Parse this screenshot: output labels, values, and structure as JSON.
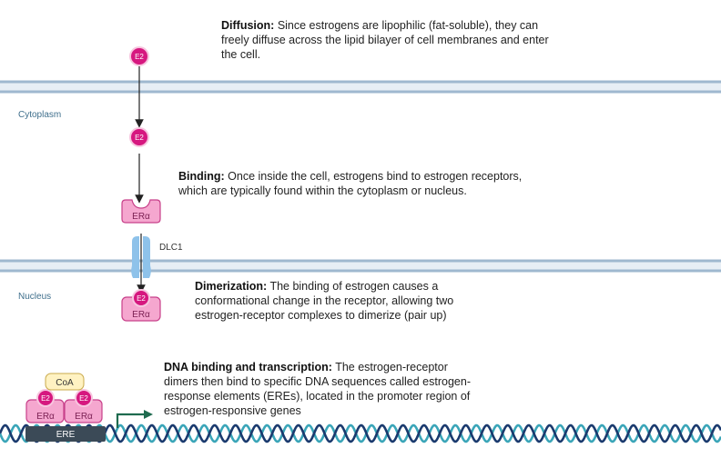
{
  "regions": {
    "cytoplasm": "Cytoplasm",
    "nucleus": "Nucleus"
  },
  "molecules": {
    "estrogen": "E2",
    "receptor": "ERα",
    "coactivator": "CoA",
    "dlc1": "DLC1",
    "ere": "ERE"
  },
  "steps": {
    "diffusion": {
      "title": "Diffusion:",
      "text": "Since estrogens are lipophilic (fat-soluble), they can freely diffuse across the lipid bilayer of cell membranes and enter the cell."
    },
    "binding": {
      "title": "Binding:",
      "text": "Once inside the cell, estrogens bind to estrogen receptors, which are typically found within the cytoplasm or nucleus."
    },
    "dimerization": {
      "title": "Dimerization:",
      "text": "The binding of estrogen causes a conformational change in the receptor, allowing two estrogen-receptor complexes to dimerize (pair up)"
    },
    "dna_binding": {
      "title": "DNA binding and transcription:",
      "text": "The estrogen-receptor dimers then bind to specific DNA sequences called estrogen-response elements (EREs), located in the promoter region of estrogen-responsive genes"
    }
  },
  "colors": {
    "estrogen": "#d6177f",
    "receptor_fill": "#f5a7cf",
    "receptor_stroke": "#c8408a",
    "membrane": "#b9cde0",
    "dna_strand_a": "#1a3a6e",
    "dna_strand_b": "#3aa5b8",
    "arrow_green": "#1f6b4f",
    "coactivator_fill": "#fff2c2"
  }
}
